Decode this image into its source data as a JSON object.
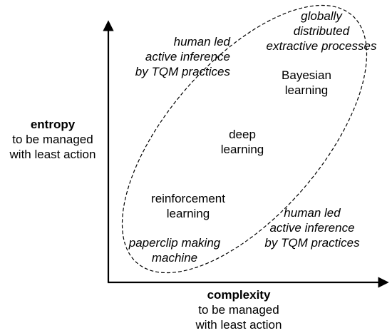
{
  "y_axis": {
    "title": "entropy",
    "subtitle_line1": "to be managed",
    "subtitle_line2": "with least action"
  },
  "x_axis": {
    "title": "complexity",
    "subtitle_line1": "to be managed",
    "subtitle_line2": "with least action"
  },
  "items": {
    "globally": [
      "globally",
      "distributed",
      "extractive processes"
    ],
    "human_led_top": [
      "human led",
      "active inference",
      "by TQM practices"
    ],
    "bayesian": [
      "Bayesian",
      "learning"
    ],
    "deep": [
      "deep",
      "learning"
    ],
    "reinforcement": [
      "reinforcement",
      "learning"
    ],
    "human_led_bottom": [
      "human led",
      "active inference",
      "by TQM practices"
    ],
    "paperclip": [
      "paperclip making",
      "machine"
    ]
  }
}
